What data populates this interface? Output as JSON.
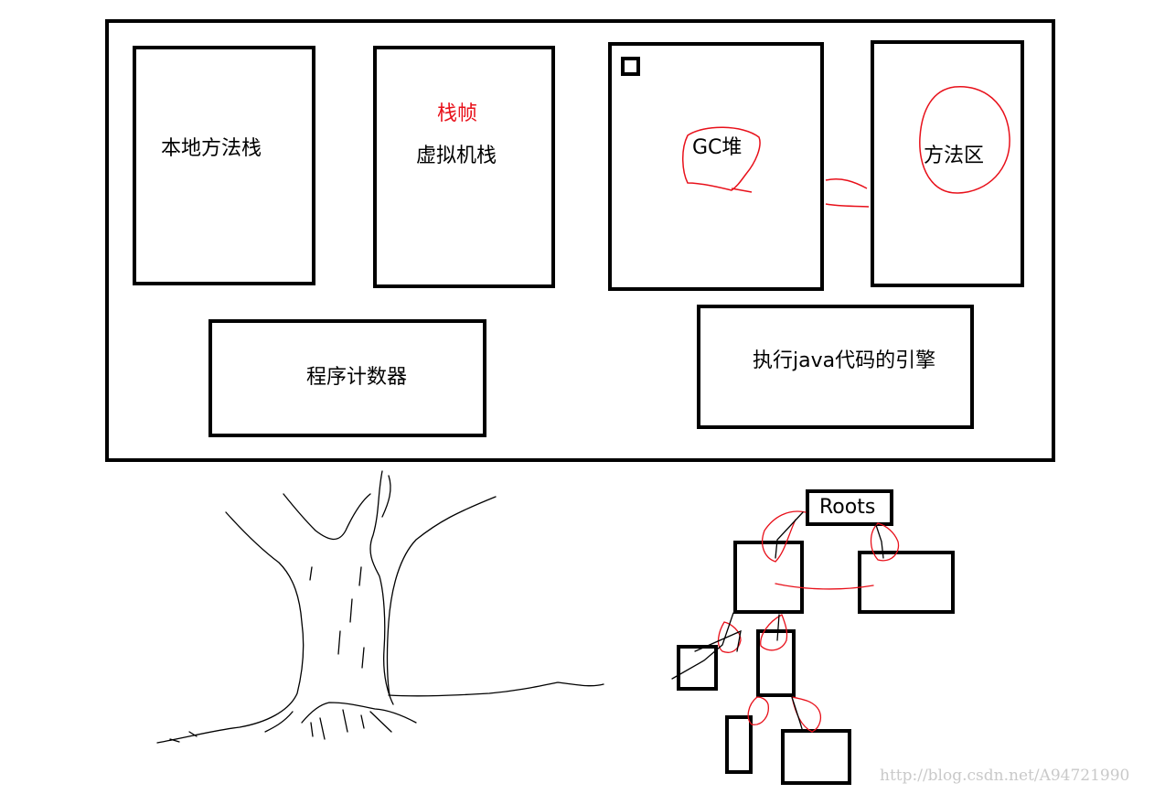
{
  "jvm": {
    "native_stack": "本地方法栈",
    "frame": "栈帧",
    "vm_stack": "虚拟机栈",
    "gc_heap": "GC堆",
    "method_area": "方法区",
    "pc_register": "程序计数器",
    "engine": "执行java代码的引擎"
  },
  "gc_tree": {
    "roots": "Roots"
  },
  "watermark": "http://blog.csdn.net/A94721990",
  "colors": {
    "outline": "#000000",
    "annotation": "#e8101a",
    "watermark": "#c9c9c9"
  }
}
